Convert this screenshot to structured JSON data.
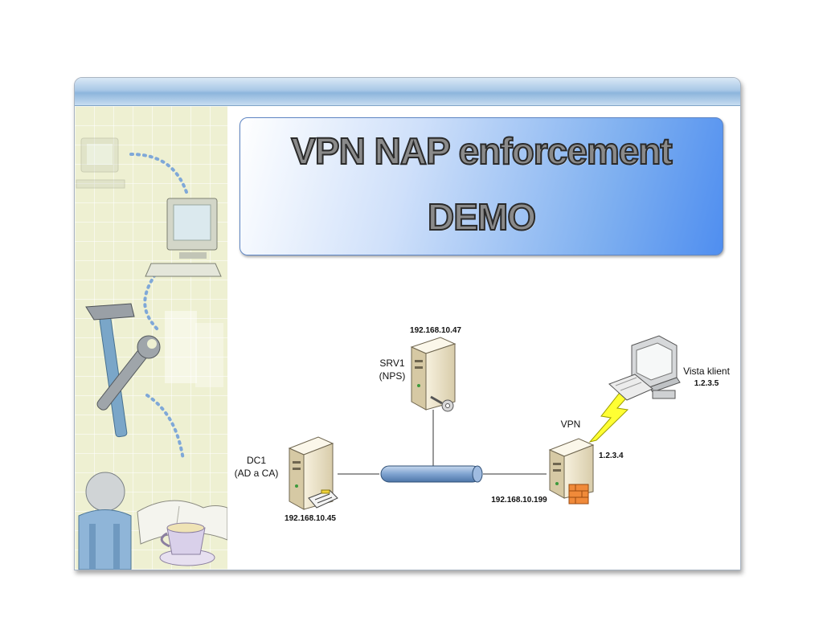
{
  "slide": {
    "title_line1": "VPN NAP enforcement",
    "title_line2": "DEMO"
  },
  "nodes": {
    "srv1": {
      "ip": "192.168.10.47",
      "name": "SRV1",
      "role": "(NPS)"
    },
    "dc1": {
      "name": "DC1",
      "role": "(AD a CA)",
      "ip": "192.168.10.45"
    },
    "vpn": {
      "name": "VPN",
      "public_ip": "1.2.3.4",
      "internal_ip": "192.168.10.199"
    },
    "client": {
      "name": "Vista klient",
      "ip": "1.2.3.5"
    }
  },
  "colors": {
    "title_gradient_start": "#cfe0fa",
    "title_gradient_end": "#4f8ef0",
    "network_bus": "#7fa3d0",
    "lightning": "#ffff33",
    "server_body": "#efe6cf"
  },
  "icons": {
    "srv1": "server-icon",
    "dc1": "server-icon",
    "vpn": "server-icon",
    "client": "workstation-icon",
    "key": "key-icon",
    "certificate": "certificate-icon",
    "firewall": "firewall-icon",
    "link": "lightning-icon"
  }
}
